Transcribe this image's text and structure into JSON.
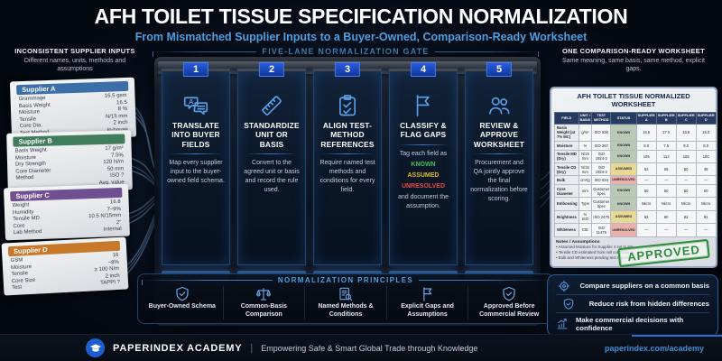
{
  "header": {
    "title": "AFH TOILET TISSUE SPECIFICATION NORMALIZATION",
    "subtitle": "From Mismatched Supplier Inputs to a Buyer-Owned, Comparison-Ready Worksheet"
  },
  "left_panel": {
    "heading": "INCONSISTENT SUPPLIER INPUTS",
    "subheading": "Different names, units, methods and assumptions",
    "suppliers": [
      {
        "name": "Supplier A",
        "color": "#3c6fa8",
        "rows": [
          {
            "label": "Grammage",
            "value": "16.5 gsm"
          },
          {
            "label": "Basis Weight",
            "value": "16.5"
          },
          {
            "label": "Moisture",
            "value": "8 %"
          },
          {
            "label": "Tensile",
            "value": "N/15 mm"
          },
          {
            "label": "Core Dia.",
            "value": "2 inch"
          },
          {
            "label": "Test Method",
            "value": "In-house"
          }
        ]
      },
      {
        "name": "Supplier B",
        "color": "#3f7d5c",
        "rows": [
          {
            "label": "Basis Weight",
            "value": "17 g/m²"
          },
          {
            "label": "Moisture",
            "value": "7.5%"
          },
          {
            "label": "Dry Strength",
            "value": "120 N/m"
          },
          {
            "label": "Core Diameter",
            "value": "50 mm"
          },
          {
            "label": "Method",
            "value": "ISO ?"
          },
          {
            "label": "",
            "value": "Avg. value"
          }
        ]
      },
      {
        "name": "Supplier C",
        "color": "#6f4f90",
        "rows": [
          {
            "label": "Weight",
            "value": "16.8"
          },
          {
            "label": "Humidity",
            "value": "7–9%"
          },
          {
            "label": "Tensile MD",
            "value": "10.5 N/15mm"
          },
          {
            "label": "Core",
            "value": "2\""
          },
          {
            "label": "Lab Method",
            "value": "Internal"
          }
        ]
      },
      {
        "name": "Supplier D",
        "color": "#c8782a",
        "rows": [
          {
            "label": "GSM",
            "value": "16"
          },
          {
            "label": "Moisture",
            "value": "~8%"
          },
          {
            "label": "Tensile",
            "value": "≥ 100 N/m"
          },
          {
            "label": "Core Size",
            "value": "2 inch"
          },
          {
            "label": "Test",
            "value": "TAPPI ?"
          }
        ]
      }
    ]
  },
  "gate": {
    "title": "FIVE-LANE NORMALIZATION GATE",
    "lanes": [
      {
        "number": "1",
        "icon": "translate-icon",
        "title": "TRANSLATE INTO BUYER FIELDS",
        "description": "Map every supplier input to the buyer-owned field schema."
      },
      {
        "number": "2",
        "icon": "ruler-icon",
        "title": "STANDARDIZE UNIT OR BASIS",
        "description": "Convert to the agreed unit or basis and record the rule used."
      },
      {
        "number": "3",
        "icon": "clipboard-check-icon",
        "title": "ALIGN TEST-METHOD REFERENCES",
        "description": "Require named test methods and conditions for every field."
      },
      {
        "number": "4",
        "icon": "flag-icon",
        "title": "CLASSIFY & FLAG GAPS",
        "desc_intro": "Tag each field as",
        "tags": [
          "KNOWN",
          "ASSUMED",
          "UNRESOLVED"
        ],
        "desc_outro": "and document the assumption."
      },
      {
        "number": "5",
        "icon": "people-icon",
        "title": "REVIEW & APPROVE WORKSHEET",
        "description": "Procurement and QA jointly approve the final normalization before scoring."
      }
    ]
  },
  "principles": {
    "title": "NORMALIZATION PRINCIPLES",
    "items": [
      {
        "icon": "shield-check-icon",
        "label": "Buyer-Owned Schema"
      },
      {
        "icon": "scales-icon",
        "label": "Common-Basis Comparison"
      },
      {
        "icon": "document-search-icon",
        "label": "Named Methods & Conditions"
      },
      {
        "icon": "flag-icon",
        "label": "Explicit Gaps and Assumptions"
      },
      {
        "icon": "shield-check-icon",
        "label": "Approved Before Commercial Review"
      }
    ]
  },
  "right_panel": {
    "heading": "ONE COMPARISON-READY WORKSHEET",
    "subheading": "Same meaning, same basis, same method, explicit gaps.",
    "worksheet": {
      "title": "AFH TOILET TISSUE NORMALIZED WORKSHEET",
      "columns": [
        "FIELD",
        "UNIT / BASIS",
        "TEST METHOD",
        "STATUS",
        "SUPPLIER A",
        "SUPPLIER B",
        "SUPPLIER C",
        "SUPPLIER D"
      ],
      "rows": [
        {
          "field": "Basis Weight (at 7% MC)",
          "unit": "g/m²",
          "method": "ISO 536",
          "status": "KNOWN",
          "values": [
            "16.5",
            "17.0",
            "16.8",
            "16.0"
          ]
        },
        {
          "field": "Moisture",
          "unit": "%",
          "method": "ISO 287",
          "status": "KNOWN",
          "values": [
            "8.0",
            "7.5",
            "8.0",
            "8.0"
          ]
        },
        {
          "field": "Tensile MD (Dry)",
          "unit": "N/15 mm",
          "method": "ISO 1924-2",
          "status": "KNOWN",
          "values": [
            "105",
            "112",
            "105",
            "100"
          ]
        },
        {
          "field": "Tensile CD (Dry)",
          "unit": "N/15 mm",
          "method": "ISO 1924-2",
          "status": "ASSUMED",
          "values": [
            "52",
            "55",
            "50",
            "48"
          ]
        },
        {
          "field": "Bulk",
          "unit": "cm³/g",
          "method": "ISO 534",
          "status": "UNRESOLVED",
          "values": [
            "—",
            "—",
            "—",
            "—"
          ]
        },
        {
          "field": "Core Diameter",
          "unit": "mm",
          "method": "Customer Spec",
          "status": "KNOWN",
          "values": [
            "50",
            "50",
            "50",
            "50"
          ]
        },
        {
          "field": "Embossing",
          "unit": "Type",
          "method": "Customer Spec",
          "status": "KNOWN",
          "values": [
            "Micro",
            "Micro",
            "Micro",
            "Micro"
          ]
        },
        {
          "field": "Brightness",
          "unit": "% ISO",
          "method": "ISO 2470",
          "status": "ASSUMED",
          "values": [
            "82",
            "80",
            "82",
            "81"
          ]
        },
        {
          "field": "Whiteness",
          "unit": "CIE",
          "method": "ISO 11475",
          "status": "UNRESOLVED",
          "values": [
            "—",
            "—",
            "—",
            "—"
          ]
        }
      ],
      "notes_title": "Notes / Assumptions",
      "notes": [
        "Assumed Moisture for Supplier 4 set to 8%",
        "Tensile CD estimated from mill correlations",
        "Bulk and Whiteness pending test reports"
      ],
      "stamp": "APPROVED"
    },
    "benefits": [
      {
        "icon": "target-icon",
        "label": "Compare suppliers on a common basis"
      },
      {
        "icon": "shield-check-icon",
        "label": "Reduce risk from hidden differences"
      },
      {
        "icon": "chart-up-icon",
        "label": "Make commercial decisions with confidence"
      }
    ]
  },
  "footer": {
    "brand": "PAPERINDEX ACADEMY",
    "separator": "|",
    "tagline": "Empowering Safe & Smart Global Trade through Knowledge",
    "url": "paperindex.com/academy"
  },
  "colors": {
    "accent": "#4d9fe0",
    "known": "#3fbf62",
    "assumed": "#e3b92e",
    "unresolved": "#e84848",
    "approved": "#2e8b3a"
  }
}
